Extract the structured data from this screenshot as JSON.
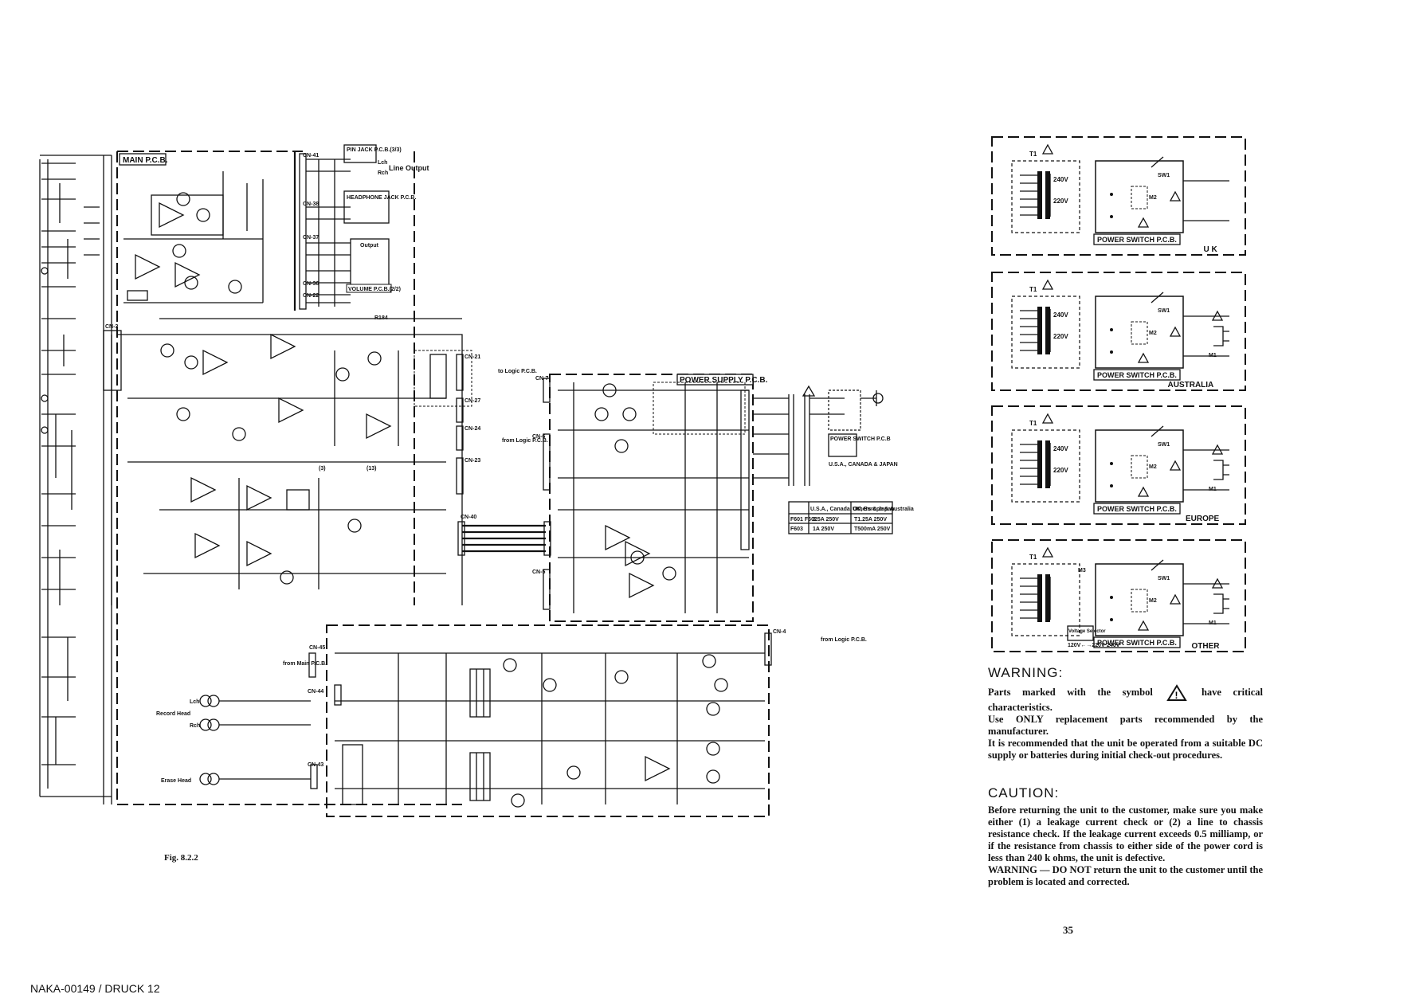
{
  "schematic": {
    "main_pcb": "MAIN P.C.B.",
    "pin_jack_pcb": "PIN JACK P.C.B.(3/3)",
    "headphone_pcb": "HEADPHONE JACK P.C.B.",
    "output_label": "Output",
    "volume_pcb": "VOLUME P.C.B.(2/2)",
    "power_supply_pcb": "POWER SUPPLY P.C.B.",
    "line_output": "Line Output",
    "lch": "Lch",
    "rch": "Rch",
    "record_head": "Record Head",
    "erase_head": "Erase Head",
    "to_logic_pcb": "to Logic P.C.B.",
    "from_logic_pcb": "from Logic P.C.B.",
    "from_main_pcb": "from Main P.C.B.",
    "region_usa": "U.S.A., CANADA & JAPAN",
    "power_switch_pcb_small": "POWER SWITCH P.C.B",
    "connectors": [
      "CN-41",
      "CN-38",
      "CN-37",
      "CN-36",
      "CN-22",
      "CN-3",
      "CN-21",
      "CN-27",
      "CN-24",
      "CN-23",
      "CN-7",
      "CN-6",
      "CN-40",
      "CN-5",
      "CN-4",
      "CN-45",
      "CN-44",
      "CN-43"
    ],
    "fuse_table": {
      "headers": [
        "",
        "U.S.A., Canada, Others & Japan",
        "UK, Europe & Australia"
      ],
      "rows": [
        [
          "F601 F602",
          "2.5A 250V",
          "T1.25A 250V"
        ],
        [
          "F603",
          "1A 250V",
          "T500mA 250V"
        ]
      ]
    }
  },
  "transformer_panels": [
    {
      "region": "U K",
      "switch_label": "POWER SWITCH P.C.B.",
      "t1": "T1",
      "v240": "240V",
      "v220": "220V",
      "sw1": "SW1",
      "m2": "M2",
      "m1": ""
    },
    {
      "region": "AUSTRALIA",
      "switch_label": "POWER SWITCH P.C.B.",
      "t1": "T1",
      "v240": "240V",
      "v220": "220V",
      "sw1": "SW1",
      "m2": "M2",
      "m1": "M1"
    },
    {
      "region": "EUROPE",
      "switch_label": "POWER SWITCH P.C.B.",
      "t1": "T1",
      "v240": "240V",
      "v220": "220V",
      "sw1": "SW1",
      "m2": "M2",
      "m1": "M1"
    },
    {
      "region": "OTHER",
      "switch_label": "POWER SWITCH P.C.B.",
      "t1": "T1",
      "sw1": "SW1",
      "m2": "M2",
      "m1": "M1",
      "m3": "M3",
      "voltage_selector": "Voltage Selector",
      "voltage_range": "120V←→220V·240V"
    }
  ],
  "warning": {
    "heading": "WARNING:",
    "p1_before": "Parts marked with the symbol",
    "p1_after": "have critical characteristics.",
    "p2": "Use ONLY replacement parts recommended by the manufacturer.",
    "p3": "It is recommended that the unit be operated from a suitable DC supply or batteries during initial check-out procedures."
  },
  "caution": {
    "heading": "CAUTION:",
    "p1": "Before returning the unit to the customer, make sure you make either (1) a leakage current check or (2) a line to chassis resistance check. If the leakage current exceeds 0.5 milliamp, or if the resistance from chassis to either side of the power cord is less than 240 k ohms, the unit is defective.",
    "p2": "WARNING — DO NOT return the unit to the customer until the problem is located and corrected."
  },
  "figure_label": "Fig. 8.2.2",
  "page_number": "35",
  "doc_id": "NAKA-00149 / DRUCK 12"
}
